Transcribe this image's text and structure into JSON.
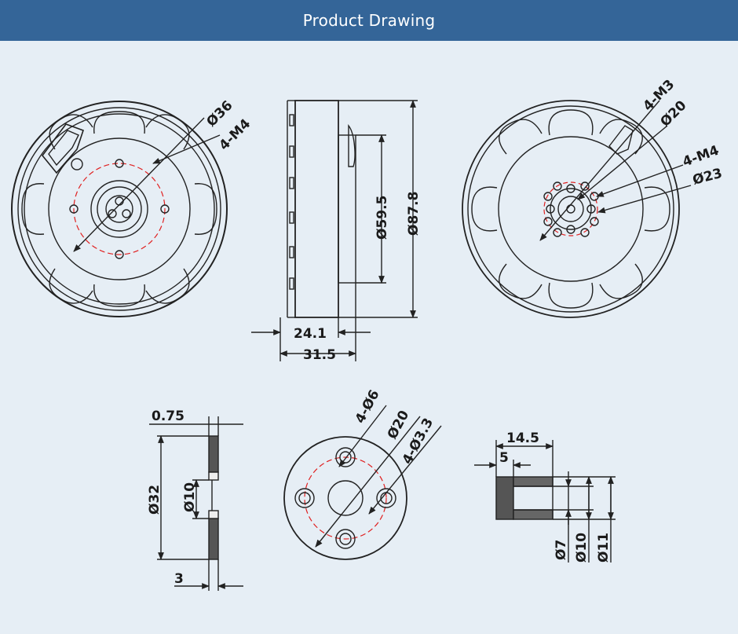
{
  "header": {
    "title": "Product Drawing"
  },
  "colors": {
    "header_bg": "#346598",
    "page_bg": "#e6eef5",
    "line": "#222222",
    "center_circle": "#e02020"
  },
  "views": {
    "front": {
      "dia_36": "Ø36",
      "holes_m4": "4-M4"
    },
    "side": {
      "dia_59_5": "Ø59.5",
      "dia_87_8": "Ø87.8",
      "len_24_1": "24.1",
      "len_31_5": "31.5"
    },
    "rear": {
      "holes_m3": "4-M3",
      "dia_20": "Ø20",
      "holes_m4": "4-M4",
      "dia_23": "Ø23"
    },
    "washer": {
      "thick_0_75": "0.75",
      "dia_32": "Ø32",
      "dia_10": "Ø10",
      "len_3": "3"
    },
    "adapter": {
      "holes_6": "4-Ø6",
      "dia_20": "Ø20",
      "holes_3_3": "4-Ø3.3"
    },
    "shaft": {
      "len_14_5": "14.5",
      "len_5": "5",
      "dia_7": "Ø7",
      "dia_10": "Ø10",
      "dia_11": "Ø11"
    }
  }
}
